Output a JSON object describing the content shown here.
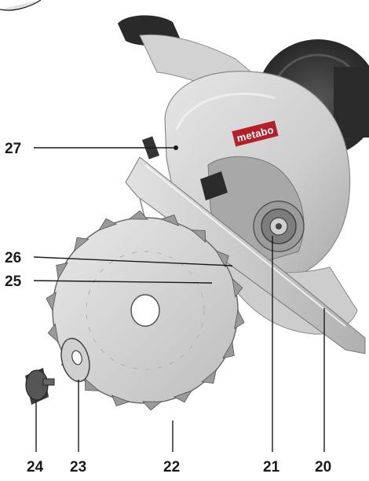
{
  "brand": "metabo",
  "callouts": {
    "c27": "27",
    "c26": "26",
    "c25": "25",
    "c24": "24",
    "c23": "23",
    "c22": "22",
    "c21": "21",
    "c20": "20"
  },
  "colors": {
    "housing": "#cfcfcf",
    "housing_dark": "#9a9a9a",
    "motor_dark": "#3a3a3a",
    "brand_red": "#b3202a",
    "blade": "#d6d6d6",
    "line": "#1a1a1a"
  }
}
